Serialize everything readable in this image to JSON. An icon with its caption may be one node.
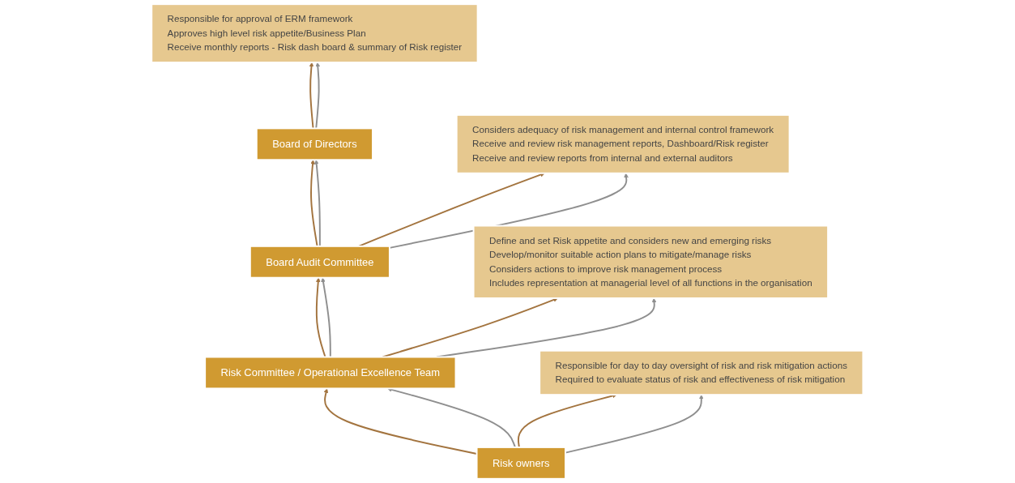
{
  "diagram": {
    "nodes": [
      {
        "text": [
          "Board of Directors"
        ]
      },
      {
        "text": [
          "Responsible for approval of ERM framework",
          "Approves high level risk appetite/Business Plan",
          "Receive monthly reports - Risk dash board & summary of Risk register"
        ]
      },
      {
        "text": [
          "Board Audit Committee"
        ]
      },
      {
        "text": [
          "Considers adequacy of risk management and internal control framework",
          "Receive and review risk management reports, Dashboard/Risk register",
          "Receive and review reports from internal and external auditors"
        ]
      },
      {
        "text": [
          "Risk Committee / Operational Excellence Team"
        ]
      },
      {
        "text": [
          "Define and set Risk appetite and considers new and emerging risks",
          "Develop/monitor suitable action plans to mitigate/manage risks",
          "Considers actions to improve risk management process",
          "Includes representation at managerial level of all functions in the organisation"
        ]
      },
      {
        "text": [
          "Risk owners"
        ]
      },
      {
        "text": [
          "Responsible for day to day oversight of risk and risk mitigation  actions",
          "Required to evaluate status of risk and effectiveness of risk mitigation"
        ]
      }
    ],
    "edges": [
      {
        "from": 0,
        "to": 1,
        "arrow": "to",
        "color": "#a3743f"
      },
      {
        "from": 0,
        "to": 1,
        "arrow": "to",
        "color": "#8f8f8f"
      },
      {
        "from": 2,
        "to": 3,
        "arrow": "to",
        "color": "#a3743f"
      },
      {
        "from": 2,
        "to": 3,
        "arrow": "to",
        "color": "#8f8f8f"
      },
      {
        "from": 4,
        "to": 5,
        "arrow": "to",
        "color": "#a3743f"
      },
      {
        "from": 4,
        "to": 5,
        "arrow": "to",
        "color": "#8f8f8f"
      },
      {
        "from": 6,
        "to": 7,
        "arrow": "to",
        "color": "#a3743f"
      },
      {
        "from": 6,
        "to": 7,
        "arrow": "to",
        "color": "#8f8f8f"
      },
      {
        "from": 6,
        "to": 4,
        "arrow": "to",
        "color": "#a3743f"
      },
      {
        "from": 6,
        "to": 4,
        "arrow": "to",
        "color": "#8f8f8f"
      },
      {
        "from": 4,
        "to": 2,
        "arrow": "to",
        "color": "#a3743f"
      },
      {
        "from": 4,
        "to": 2,
        "arrow": "to",
        "color": "#8f8f8f"
      },
      {
        "from": 2,
        "to": 0,
        "arrow": "to",
        "color": "#a3743f"
      },
      {
        "from": 2,
        "to": 0,
        "arrow": "to",
        "color": "#8f8f8f"
      }
    ]
  }
}
